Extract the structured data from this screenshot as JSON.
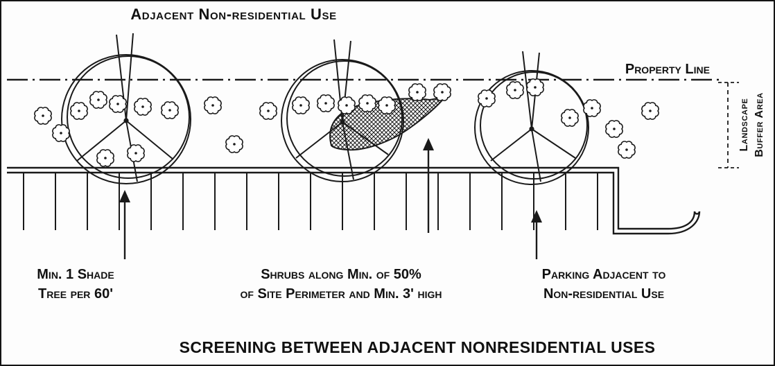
{
  "labels": {
    "adjacent_use": "Adjacent Non-residential Use",
    "property_line": "Property Line",
    "buffer_line1": "Landscape",
    "buffer_line2": "Buffer Area",
    "shade_tree_1": "Min. 1 Shade",
    "shade_tree_2": "Tree per 60'",
    "shrubs_1": "Shrubs along Min. of 50%",
    "shrubs_2": "of Site Perimeter and Min. 3' high",
    "parking_1": "Parking Adjacent to",
    "parking_2": "Non-residential Use",
    "title": "SCREENING BETWEEN ADJACENT NONRESIDENTIAL USES"
  },
  "colors": {
    "ink": "#1a1a1a",
    "background": "#fdfdfd"
  }
}
